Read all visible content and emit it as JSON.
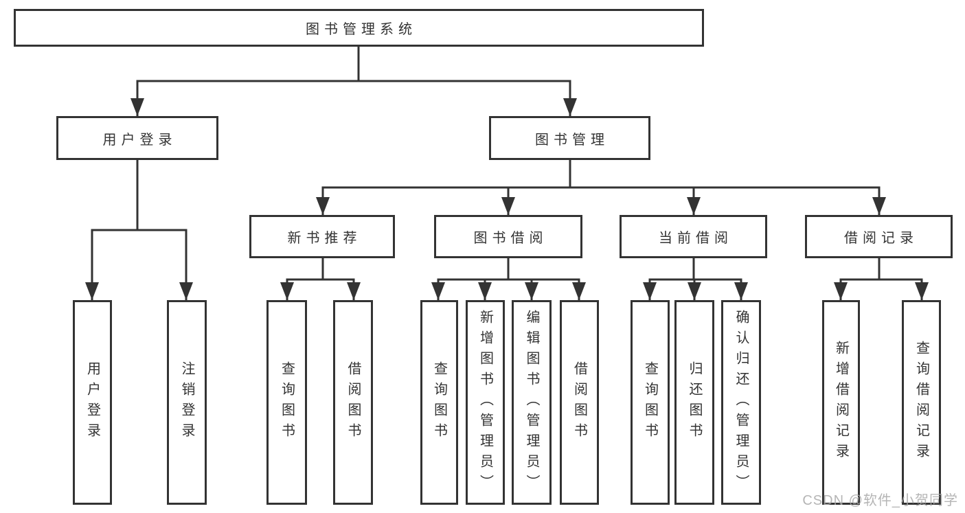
{
  "tree": {
    "root": {
      "label": "图书管理系统",
      "children": [
        {
          "label": "用户登录",
          "children": [
            {
              "label": "用户登录"
            },
            {
              "label": "注销登录"
            }
          ]
        },
        {
          "label": "图书管理",
          "children": [
            {
              "label": "新书推荐",
              "children": [
                {
                  "label": "查询图书"
                },
                {
                  "label": "借阅图书"
                }
              ]
            },
            {
              "label": "图书借阅",
              "children": [
                {
                  "label": "查询图书"
                },
                {
                  "label": "新增图书（管理员）"
                },
                {
                  "label": "编辑图书（管理员）"
                },
                {
                  "label": "借阅图书"
                }
              ]
            },
            {
              "label": "当前借阅",
              "children": [
                {
                  "label": "查询图书"
                },
                {
                  "label": "归还图书"
                },
                {
                  "label": "确认归还（管理员）"
                }
              ]
            },
            {
              "label": "借阅记录",
              "children": [
                {
                  "label": "新增借阅记录"
                },
                {
                  "label": "查询借阅记录"
                }
              ]
            }
          ]
        }
      ]
    }
  },
  "watermark": {
    "text": "CSDN @软件_小贺同学"
  },
  "colors": {
    "line": "#333333",
    "box_border": "#333333",
    "box_background": "#ffffff",
    "text": "#333333",
    "watermark": "#a8a8a8",
    "page_background": "#ffffff"
  }
}
